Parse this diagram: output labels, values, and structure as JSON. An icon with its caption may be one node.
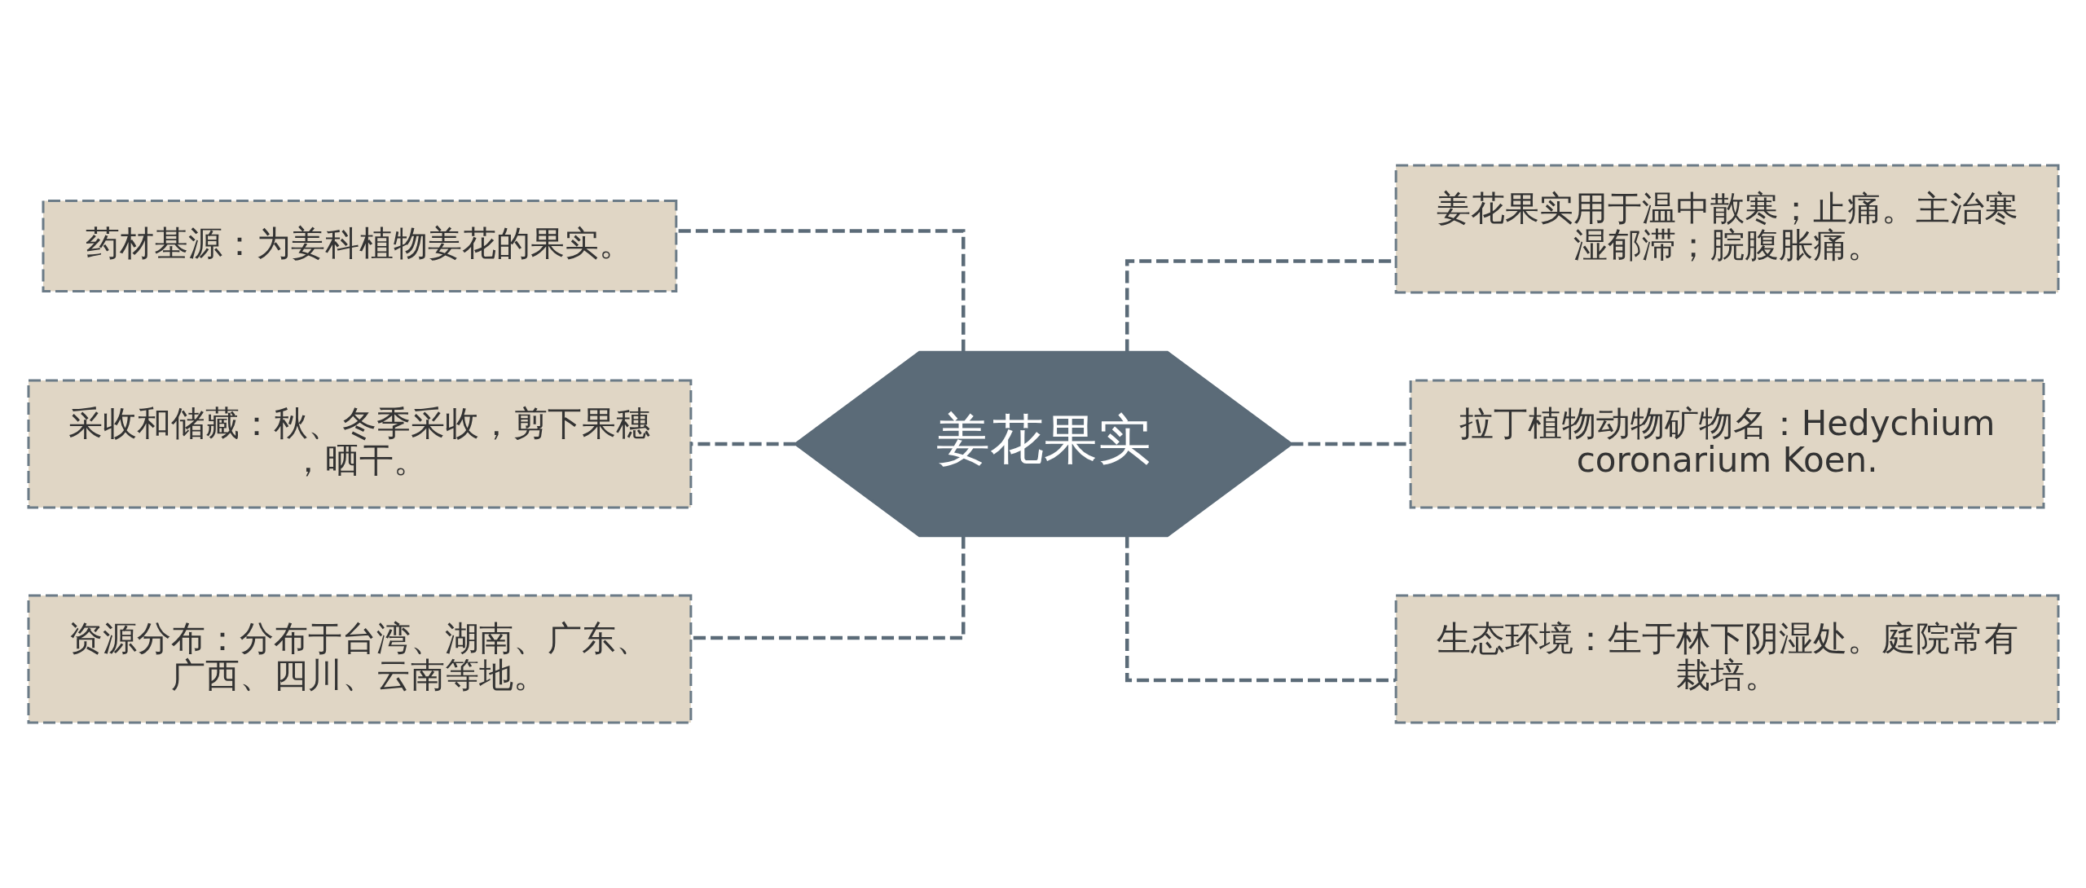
{
  "diagram": {
    "nodes": [
      {
        "text": [
          "姜花果实"
        ]
      },
      {
        "text": [
          "药材基源：为姜科植物姜花的果实。"
        ]
      },
      {
        "text": [
          "采收和储藏：秋、冬季采收，剪下果穗，晒干。"
        ]
      },
      {
        "text": [
          "资源分布：分布于台湾、湖南、广东、广西、四川、云南等地。"
        ]
      },
      {
        "text": [
          "姜花果实用于温中散寒；止痛。主治寒湿郁滞；脘腹胀痛。"
        ]
      },
      {
        "text": [
          "拉丁植物动物矿物名：Hedychium coronarium Koen."
        ]
      },
      {
        "text": [
          "生态环境：生于林下阴湿处。庭院常有栽培。"
        ]
      }
    ],
    "edges": [
      {
        "from": 0,
        "to": 1,
        "arrow": "none",
        "style": "dashed"
      },
      {
        "from": 0,
        "to": 2,
        "arrow": "none",
        "style": "dashed"
      },
      {
        "from": 0,
        "to": 3,
        "arrow": "none",
        "style": "dashed"
      },
      {
        "from": 0,
        "to": 4,
        "arrow": "none",
        "style": "dashed"
      },
      {
        "from": 0,
        "to": 5,
        "arrow": "none",
        "style": "dashed"
      },
      {
        "from": 0,
        "to": 6,
        "arrow": "none",
        "style": "dashed"
      }
    ]
  }
}
